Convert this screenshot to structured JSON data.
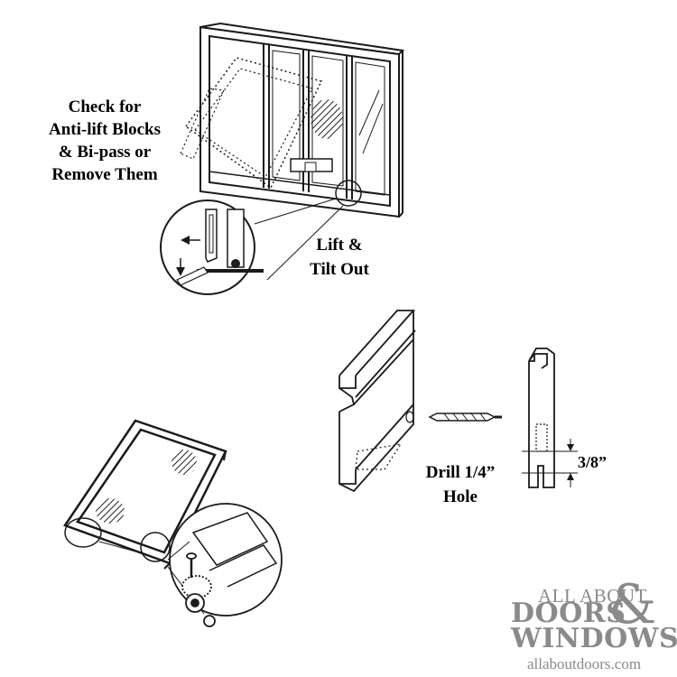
{
  "labels": {
    "check": "Check for\nAnti-lift Blocks\n& Bi-pass or\nRemove Them",
    "lift": "Lift &\nTilt Out",
    "drill": "Drill 1/4”\nHole",
    "dimension": "3/8”"
  },
  "logo": {
    "line1": "ALL ABOUT",
    "ampersand": "&",
    "line2": "DOORS",
    "line3": "WINDOWS",
    "url": "allaboutdoors.com"
  },
  "colors": {
    "line": "#1a1a1a",
    "logo": "#8a8a8a"
  }
}
